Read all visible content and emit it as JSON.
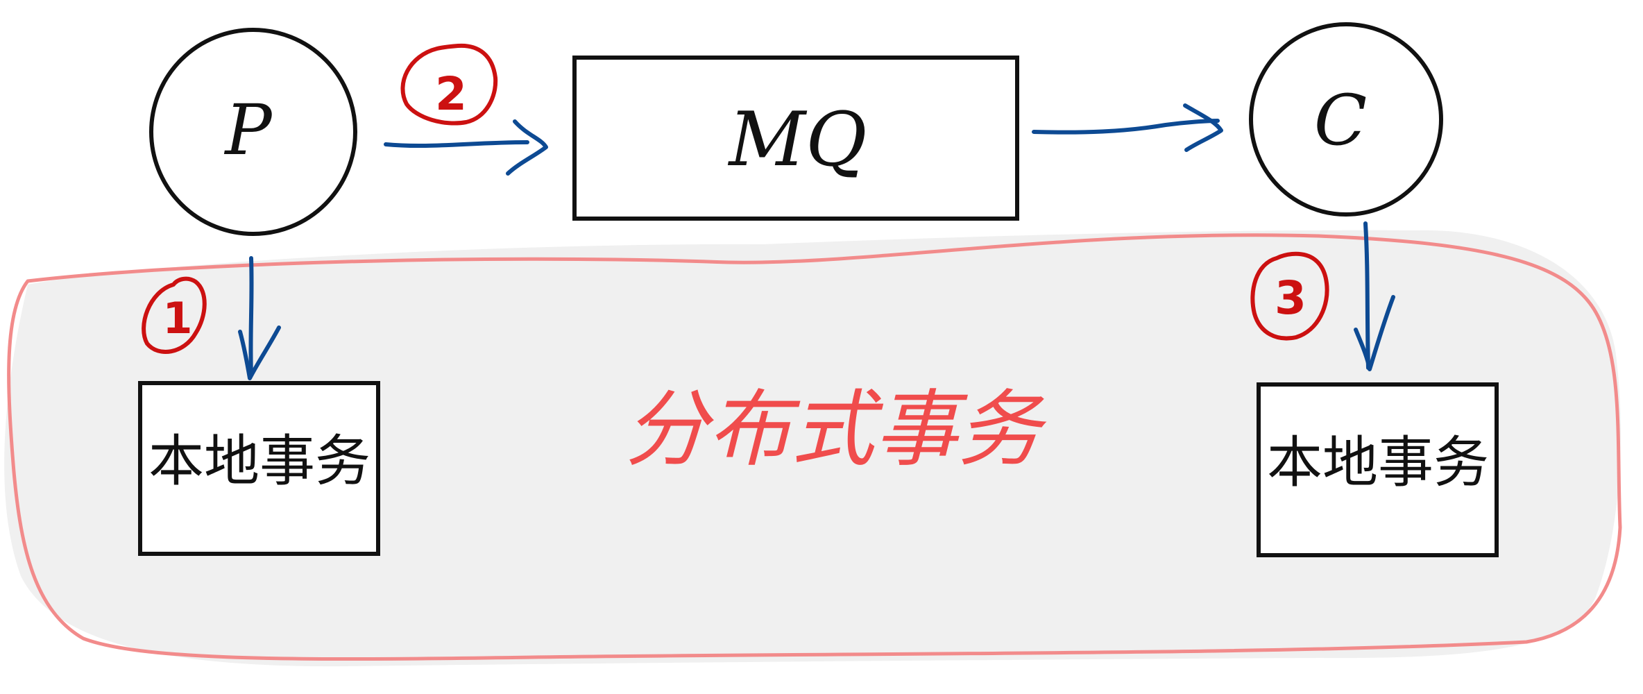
{
  "colors": {
    "ink": "#111111",
    "arrow": "#0d4a93",
    "step_marker": "#cc1111",
    "distributed_label": "#f04c4c",
    "region_fill": "#f0f0f0",
    "region_outline": "#f28b8b"
  },
  "nodes": {
    "producer": {
      "label": "P"
    },
    "queue": {
      "label": "MQ"
    },
    "consumer": {
      "label": "C"
    },
    "producer_local_tx": {
      "label": "本地事务"
    },
    "consumer_local_tx": {
      "label": "本地事务"
    }
  },
  "region": {
    "label": "分布式事务"
  },
  "steps": {
    "one": "1",
    "two": "2",
    "three": "3"
  }
}
